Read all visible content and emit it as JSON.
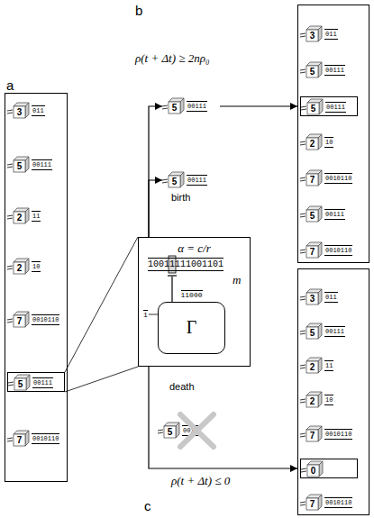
{
  "diagram": {
    "nodes": [
      {
        "text": [
          "a"
        ]
      },
      {
        "text": [
          "3",
          "011"
        ],
        "in": 0
      },
      {
        "text": [
          "5",
          "00111"
        ],
        "in": 0
      },
      {
        "text": [
          "2",
          "11"
        ],
        "in": 0
      },
      {
        "text": [
          "2",
          "10"
        ],
        "in": 0
      },
      {
        "text": [
          "7",
          "0010110"
        ],
        "in": 0
      },
      {
        "text": [
          "5",
          "00111"
        ],
        "in": 0
      },
      {
        "text": [
          "7",
          "0010110"
        ],
        "in": 0
      },
      {
        "text": [
          "α = c/r",
          "10011111001101",
          "m",
          "1"
        ]
      },
      {
        "text": [
          "11000",
          "Γ"
        ],
        "in": 8
      },
      {
        "text": [
          "5",
          "00111"
        ]
      },
      {
        "text": [
          "5",
          "00111"
        ]
      },
      {
        "text": []
      },
      {
        "text": [
          "3",
          "011"
        ],
        "in": 12
      },
      {
        "text": [
          "5",
          "00111"
        ],
        "in": 12
      },
      {
        "text": [
          "5",
          "00111"
        ],
        "in": 12
      },
      {
        "text": [
          "2",
          "10"
        ],
        "in": 12
      },
      {
        "text": [
          "7",
          "0010110"
        ],
        "in": 12
      },
      {
        "text": [
          "5",
          "00111"
        ],
        "in": 12
      },
      {
        "text": [
          "7",
          "0010110"
        ],
        "in": 12
      },
      {
        "text": [
          "5",
          "00111"
        ]
      },
      {
        "text": []
      },
      {
        "text": [
          "3",
          "011"
        ],
        "in": 21
      },
      {
        "text": [
          "5",
          "00111"
        ],
        "in": 21
      },
      {
        "text": [
          "2",
          "11"
        ],
        "in": 21
      },
      {
        "text": [
          "2",
          "10"
        ],
        "in": 21
      },
      {
        "text": [
          "7",
          "0010110"
        ],
        "in": 21
      },
      {
        "text": [
          "0"
        ],
        "in": 21
      },
      {
        "text": [
          "7",
          "0010110"
        ],
        "in": 21
      }
    ],
    "edges": [
      {
        "from": 6,
        "to": 8,
        "arrow": "none"
      },
      {
        "from": 8,
        "to": 10,
        "arrow": "to"
      },
      {
        "from": 8,
        "to": 11,
        "arrow": "to"
      },
      {
        "from": 10,
        "to": 12,
        "arrow": "to"
      },
      {
        "from": 8,
        "to": 21,
        "arrow": "to"
      }
    ],
    "labels": [
      "b",
      "ρ(t + Δt) ≥ 2nρ₀",
      "birth",
      "death",
      "ρ(t + Δt) ≤ 0",
      "c"
    ]
  }
}
